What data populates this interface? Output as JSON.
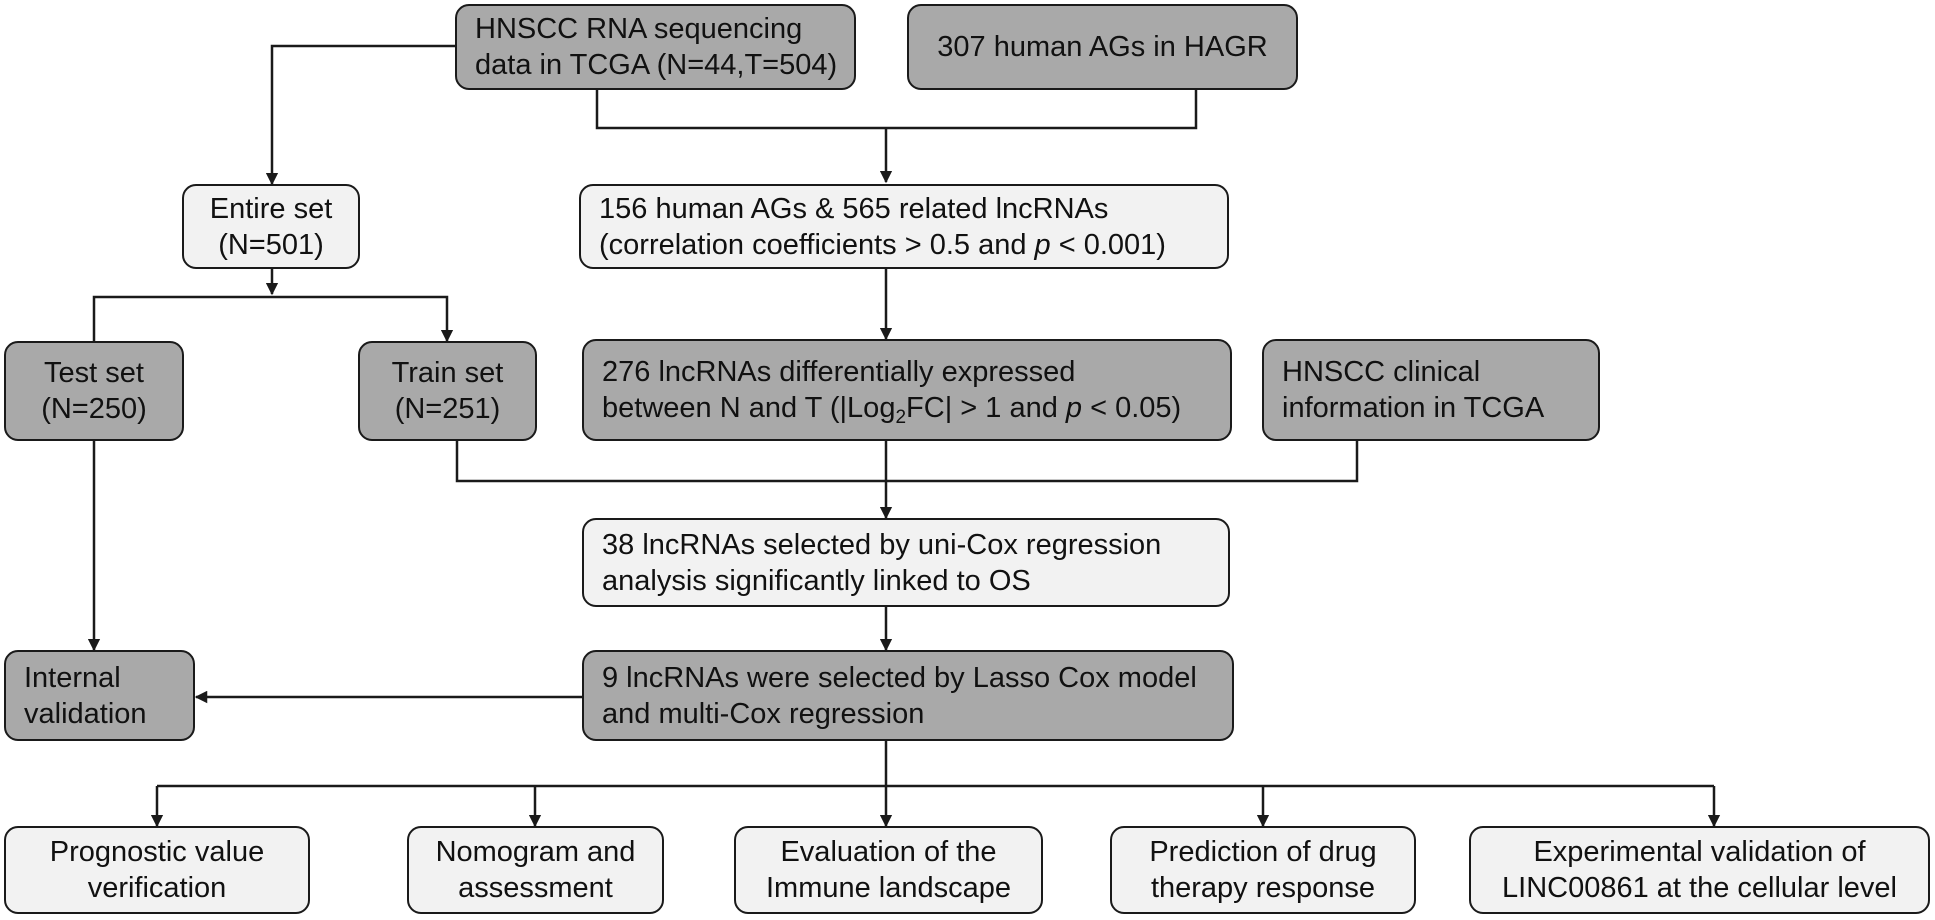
{
  "nodes": {
    "tcga_data": {
      "line1": "HNSCC RNA sequencing",
      "line2": "data in TCGA (N=44,T=504)"
    },
    "hagr": {
      "line1": "307 human AGs in HAGR"
    },
    "entire_set": {
      "line1": "Entire set",
      "line2": "(N=501)"
    },
    "ags_lncrnas": {
      "line1": "156 human AGs & 565 related lncRNAs",
      "line2_pre": "(correlation coefficients > 0.5 and ",
      "line2_p": "p",
      "line2_post": " < 0.001)"
    },
    "test_set": {
      "line1": "Test set",
      "line2": "(N=250)"
    },
    "train_set": {
      "line1": "Train set",
      "line2": "(N=251)"
    },
    "differential": {
      "line1": "276 lncRNAs differentially expressed",
      "line2_pre": "between N and T (|Log",
      "line2_sub": "2",
      "line2_mid": "FC| > 1 and ",
      "line2_p": "p",
      "line2_post": " < 0.05)"
    },
    "clinical": {
      "line1": "HNSCC clinical",
      "line2": "information in TCGA"
    },
    "unicox": {
      "line1": "38 lncRNAs selected by uni-Cox regression",
      "line2": "analysis significantly linked to OS"
    },
    "internal_validation": {
      "line1": "Internal",
      "line2": "validation"
    },
    "lasso": {
      "line1": "9 lncRNAs were selected by Lasso Cox model",
      "line2": "and multi-Cox regression"
    },
    "prognostic": {
      "line1": "Prognostic value",
      "line2": "verification"
    },
    "nomogram": {
      "line1": "Nomogram and",
      "line2": "assessment"
    },
    "immune": {
      "line1": "Evaluation of the",
      "line2": "Immune landscape"
    },
    "drug": {
      "line1": "Prediction of drug",
      "line2": "therapy response"
    },
    "experimental": {
      "line1": "Experimental validation of",
      "line2": "LINC00861 at the cellular level"
    }
  },
  "colors": {
    "dark_box": "#a9a9a9",
    "light_box": "#f2f2f2",
    "line": "#1a1a1a"
  }
}
